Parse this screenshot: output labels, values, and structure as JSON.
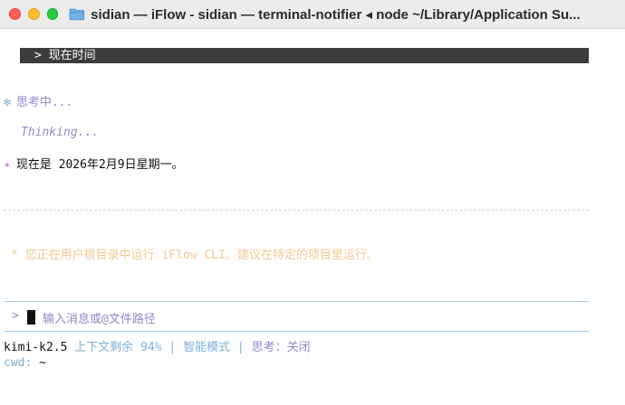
{
  "window": {
    "title": "sidian — iFlow - sidian — terminal-notifier ◂ node ~/Library/Application Su..."
  },
  "terminal": {
    "user_prompt": "> 现在时间",
    "thinking_label": "思考中...",
    "thinking_text": "Thinking...",
    "answer": "现在是 2026年2月9日星期一。",
    "warning": "* 您正在用户根目录中运行 iFlow CLI。建议在特定的项目里运行。",
    "input_arrow": ">",
    "input_placeholder": "输入消息或@文件路径",
    "status": {
      "model": "kimi-k2.5",
      "context": "上下文剩余 94%",
      "separator": "|",
      "mode": "智能模式",
      "thinking": "思考：关闭"
    },
    "cwd_label": "cwd:",
    "cwd_value": "~"
  },
  "icons": {
    "star": "✻",
    "spark": "✦",
    "folder": "folder-icon"
  },
  "colors": {
    "close": "#ff5f57",
    "minimize": "#febc2e",
    "maximize": "#28c840",
    "accent_purple": "#8e8ac8",
    "accent_blue": "#7fb0d6",
    "warning": "#f2c893"
  }
}
